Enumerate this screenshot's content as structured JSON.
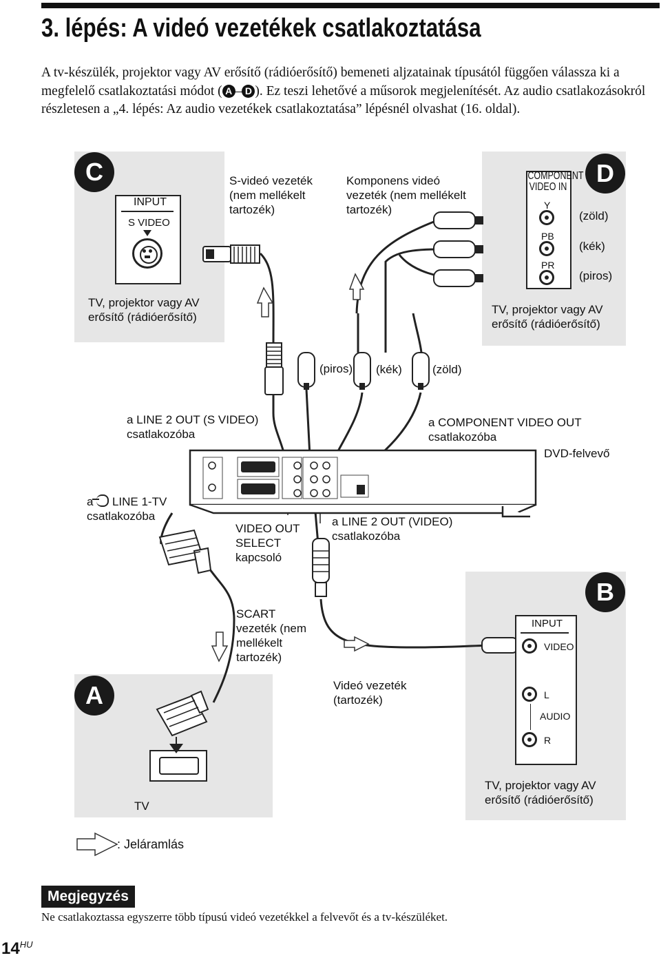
{
  "header": {
    "title": "3. lépés: A videó vezetékek csatlakoztatása"
  },
  "intro": {
    "part1": "A tv-készülék, projektor vagy AV erősítő (rádióerősítő) bemeneti aljzatainak típusától függően válassza ki a megfelelő csatlakoztatási módot (",
    "badge_from": "A",
    "dash": "–",
    "badge_to": "D",
    "part2": "). Ez teszi lehetővé a műsorok megjelenítését. Az audio csatlakozásokról részletesen a „4. lépés: Az audio vezetékek csatlakoztatása” lépésnél olvashat (16. oldal)."
  },
  "panel_c": {
    "badge": "C",
    "input_label": "INPUT",
    "jack_label": "S VIDEO",
    "device": [
      "TV, projektor vagy AV",
      "erősítő (rádióerősítő)"
    ]
  },
  "svideo_cable": [
    "S-videó vezeték",
    "(nem mellékelt",
    "tartozék)"
  ],
  "component_cable": [
    "Komponens videó",
    "vezeték (nem mellékelt",
    "tartozék)"
  ],
  "panel_d": {
    "badge": "D",
    "title": [
      "COMPONENT",
      "VIDEO IN"
    ],
    "jacks": [
      {
        "name": "Y",
        "color": "(zöld)"
      },
      {
        "name": "PB",
        "color": "(kék)"
      },
      {
        "name": "PR",
        "color": "(piros)"
      }
    ],
    "device": [
      "TV, projektor vagy AV",
      "erősítő (rádióerősítő)"
    ]
  },
  "plug_colors": [
    "(piros)",
    "(kék)",
    "(zöld)"
  ],
  "labels": {
    "line2_svideo": [
      "a LINE 2 OUT (S VIDEO)",
      "csatlakozóba"
    ],
    "component_out": [
      "a COMPONENT VIDEO OUT",
      "csatlakozóba"
    ],
    "dvd": "DVD-felvevő",
    "line1_prefix": "a",
    "line1_suffix": "LINE 1-TV",
    "line1_second": "csatlakozóba",
    "video_out_select": [
      "VIDEO OUT",
      "SELECT",
      "kapcsoló"
    ],
    "line2_video": [
      "a LINE 2 OUT (VIDEO)",
      "csatlakozóba"
    ],
    "scart_cable": [
      "SCART",
      "vezeték (nem",
      "mellékelt",
      "tartozék)"
    ],
    "video_cable": [
      "Videó vezeték",
      "(tartozék)"
    ]
  },
  "panel_a": {
    "badge": "A",
    "device": "TV"
  },
  "panel_b": {
    "badge": "B",
    "input_label": "INPUT",
    "video": "VIDEO",
    "l": "L",
    "audio": "AUDIO",
    "r": "R",
    "device": [
      "TV, projektor vagy AV",
      "erősítő (rádióerősítő)"
    ]
  },
  "legend": {
    "text": ": Jeláramlás"
  },
  "note": {
    "heading": "Megjegyzés",
    "text": "Ne csatlakoztassa egyszerre több típusú videó vezetékkel a felvevőt és a tv-készüléket."
  },
  "footer": {
    "page": "14",
    "lang": "HU"
  }
}
